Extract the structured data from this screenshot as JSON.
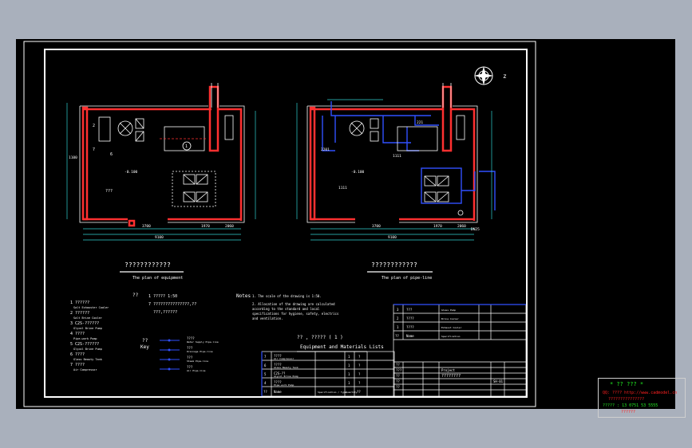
{
  "colors": {
    "background": "#a9b0bc",
    "canvas": "#000000",
    "line": "#ffffff",
    "wall": "#ff3030",
    "pipe": "#3050ff",
    "dim": "#30d0d0",
    "ad_red": "#ff2020",
    "ad_green": "#22ee22",
    "ad_yellow": "#ffff30"
  },
  "north_arrow": {
    "label": "z",
    "icon": "north-arrow-icon"
  },
  "left_plan": {
    "title": "????????????",
    "subtitle": "The plan of equipment",
    "elev": "-0.100",
    "dims_bottom": [
      "3700",
      "1970",
      "2060"
    ],
    "dim_total": "9100",
    "dim_left": "1100",
    "labels": [
      "1",
      "2",
      "6",
      "7",
      "???"
    ]
  },
  "right_plan": {
    "title": "????????????",
    "subtitle": "The plan of pipe-line",
    "elev": "-0.100",
    "dims_bottom": [
      "3700",
      "1970",
      "2060"
    ],
    "dim_total": "9100",
    "labels": [
      "2201",
      "1111",
      "221",
      "1111",
      "DN25"
    ]
  },
  "legend": {
    "items": [
      {
        "num": "1",
        "name": "??????",
        "sub": "Salt Exhauster Cooler"
      },
      {
        "num": "2",
        "name": "??????",
        "sub": "Salt Brine Cooler"
      },
      {
        "num": "3",
        "name": "C2S-??????",
        "sub": "Glycol Brine Pump"
      },
      {
        "num": "4",
        "name": "????",
        "sub": "Pipe-work Pump"
      },
      {
        "num": "5",
        "name": "C2S-??????",
        "sub": "Glycol Brine Pump"
      },
      {
        "num": "6",
        "name": "????",
        "sub": "Glass Beauty Tank"
      },
      {
        "num": "7",
        "name": "????",
        "sub": "Air Compressor"
      }
    ],
    "scale_label": "??",
    "scale_line1": "1  ?????  1:50",
    "scale_line2": "7  ???????????????,??",
    "scale_line3": "???,??????",
    "key_title": "??",
    "key_sub": "Key",
    "key_items": [
      {
        "name": "????",
        "sub": "Water Supply Pipe-line"
      },
      {
        "name": "???",
        "sub": "Drainage Pipe-line"
      },
      {
        "name": "???",
        "sub": "Steam Pipe-line"
      },
      {
        "name": "???",
        "sub": "Air Pipe-line"
      }
    ]
  },
  "notes": {
    "title": "Notes",
    "lines": [
      "1.  The scale of the drawing is 1:50.",
      "2.  Allocation of the drawing are calculated",
      "    according to the standard and local",
      "    specifications for hygiene, safety, electrics",
      "    and ventilation."
    ]
  },
  "equipment_table": {
    "title_cn": "??  ,  ?????    ( 1 )",
    "title": "Equipment and Materials Lists",
    "rows": [
      [
        "7",
        "????",
        "Air Compressor",
        "1",
        "?"
      ],
      [
        "6",
        "????",
        "Glass Beauty Tank",
        "1",
        "?"
      ],
      [
        "5",
        "C2S-??",
        "Glycol Brine Pump",
        "1",
        "?"
      ],
      [
        "4",
        "????",
        "Pipe-work Pump",
        "1",
        "?"
      ],
      [
        "??",
        "Name",
        "Specification / Type",
        "Quantity",
        "??"
      ]
    ]
  },
  "title_block": {
    "rows": [
      [
        "3",
        "???",
        "Glass Pump"
      ],
      [
        "2",
        "????",
        "Brine Cooler"
      ],
      [
        "1",
        "????",
        "Exhaust Cooler"
      ],
      [
        "??",
        "Name",
        "Specification"
      ]
    ],
    "project": "Project",
    "drawing_name": "????????",
    "drawing_no": "SH-01",
    "stamps": [
      "??",
      "???",
      "??",
      "??",
      "??"
    ]
  },
  "advertisement": {
    "line1": "*  ??  ???  *",
    "line2": "QQ: ????  http://www.cadmodel.cn",
    "line3": "???????????????",
    "line4": "????? : 13 0751 53 5555",
    "line5": "??????"
  }
}
